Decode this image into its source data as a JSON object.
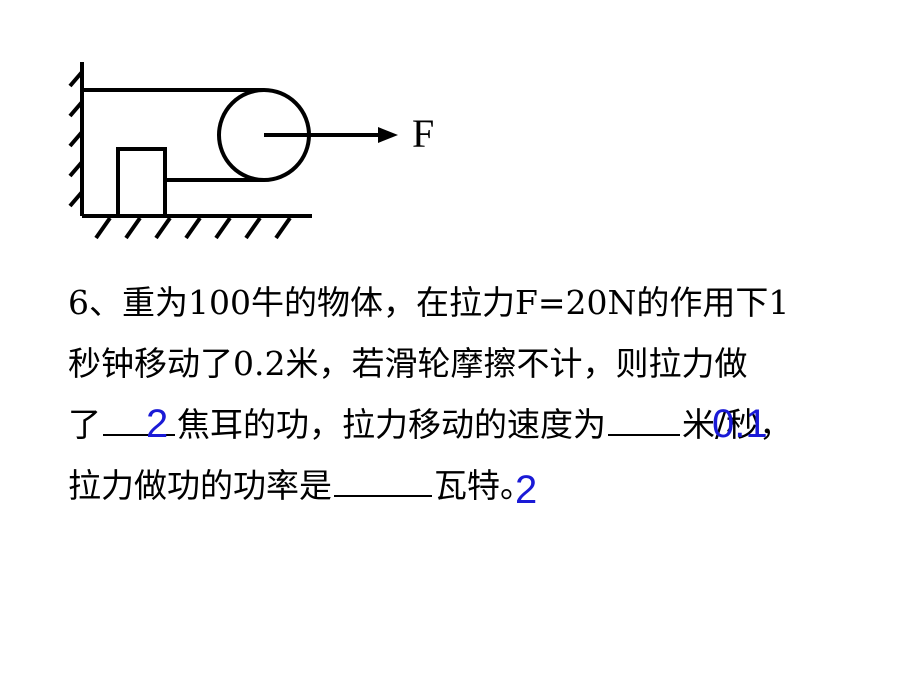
{
  "diagram": {
    "force_label": "F"
  },
  "question": {
    "line1": "6、重为100牛的物体，在拉力F=20N的作用下1",
    "line2": "秒钟移动了0.2米，若滑轮摩擦不计，则拉力做",
    "line3_part1": "了",
    "line3_part2": "焦耳的功，拉力移动的速度为",
    "line3_part3": "米/秒，",
    "line4_part1": "拉力做功的功率是",
    "line4_part2": "瓦特。"
  },
  "answers": {
    "work": "2",
    "speed": "0.1",
    "power": "2"
  },
  "colors": {
    "answer": "#1a1ad6",
    "text": "#000000"
  }
}
